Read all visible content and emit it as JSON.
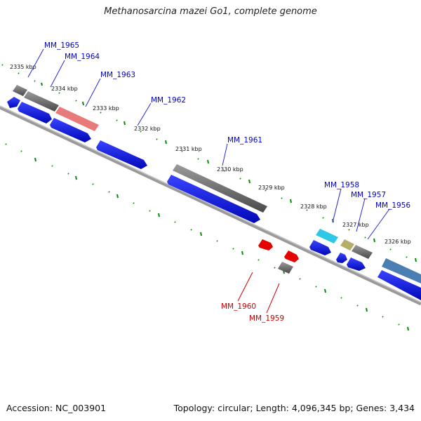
{
  "title": "Methanosarcina mazei Go1, complete genome",
  "footer": {
    "accession": "Accession: NC_003901",
    "summary": "Topology: circular; Length: 4,096,345 bp; Genes: 3,434"
  },
  "colors": {
    "blue_arrow": "#0a14e6",
    "gray_gene": "#6b6b6b",
    "pink_gene": "#e87a7a",
    "cyan_gene": "#2ec8e6",
    "olive_gene": "#b5ad6a",
    "steel_gene": "#4b7fb3",
    "red_gene": "#e60000",
    "tick_green": "#0a8a0a",
    "backbone": "#8a8a8a",
    "label_blue": "#0000cc",
    "label_red": "#cc0000"
  },
  "scale_labels": [
    "2335 kbp",
    "2334 kbp",
    "2333 kbp",
    "2332 kbp",
    "2331 kbp",
    "2330 kbp",
    "2329 kbp",
    "2328 kbp",
    "2327 kbp",
    "2326 kbp"
  ],
  "gene_labels_top": [
    "MM_1965",
    "MM_1964",
    "MM_1963",
    "MM_1962",
    "MM_1961",
    "MM_1958",
    "MM_1957",
    "MM_1956"
  ],
  "gene_labels_bottom": [
    "MM_1960",
    "MM_1959"
  ]
}
